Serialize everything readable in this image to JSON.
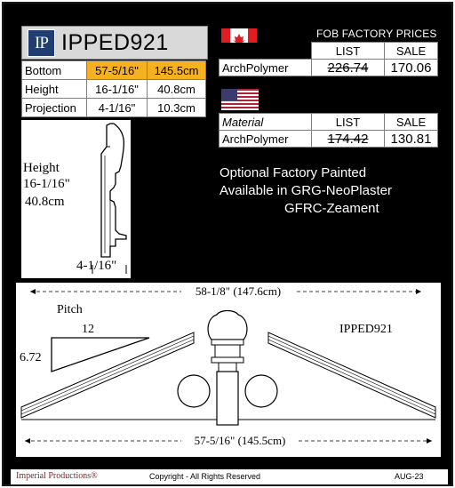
{
  "product": {
    "logo_text": "IP",
    "code": "IPPED921"
  },
  "dimensions": [
    {
      "label": "Bottom",
      "inches": "57-5/16\"",
      "cm": "145.5cm",
      "highlight": true
    },
    {
      "label": "Height",
      "inches": "16-1/16\"",
      "cm": "40.8cm",
      "highlight": false
    },
    {
      "label": "Projection",
      "inches": "4-1/16\"",
      "cm": "10.3cm",
      "highlight": false
    }
  ],
  "profile": {
    "height_label": "Height",
    "height_in": "16-1/16\"",
    "height_cm": "40.8cm",
    "projection": "4-1/16\""
  },
  "prices": {
    "title": "FOB FACTORY PRICES",
    "canada": {
      "list_header": "LIST",
      "sale_header": "SALE",
      "material": "ArchPolymer",
      "list": "226.74",
      "sale": "170.06"
    },
    "usa": {
      "material_header": "Material",
      "list_header": "LIST",
      "sale_header": "SALE",
      "material": "ArchPolymer",
      "list": "174.42",
      "sale": "130.81"
    }
  },
  "info": {
    "line1": "Optional Factory Painted",
    "line2": "Available in GRG-NeoPlaster",
    "line3": "GFRC-Zeament"
  },
  "elevation": {
    "top_width": "58-1/8\" (147.6cm)",
    "pitch_label": "Pitch",
    "pitch_run": "12",
    "pitch_rise": "6.72",
    "code": "IPPED921",
    "bottom_width": "57-5/16\" (145.5cm)"
  },
  "footer": {
    "brand": "Imperial Productions®",
    "copyright": "Copyright - All Rights Reserved",
    "date": "AUG-23"
  },
  "colors": {
    "highlight": "#f5b11f",
    "logo_bg": "#1f3d6e",
    "canada_red": "#e31b23",
    "us_blue": "#3c3b6e",
    "us_red": "#b22234"
  }
}
